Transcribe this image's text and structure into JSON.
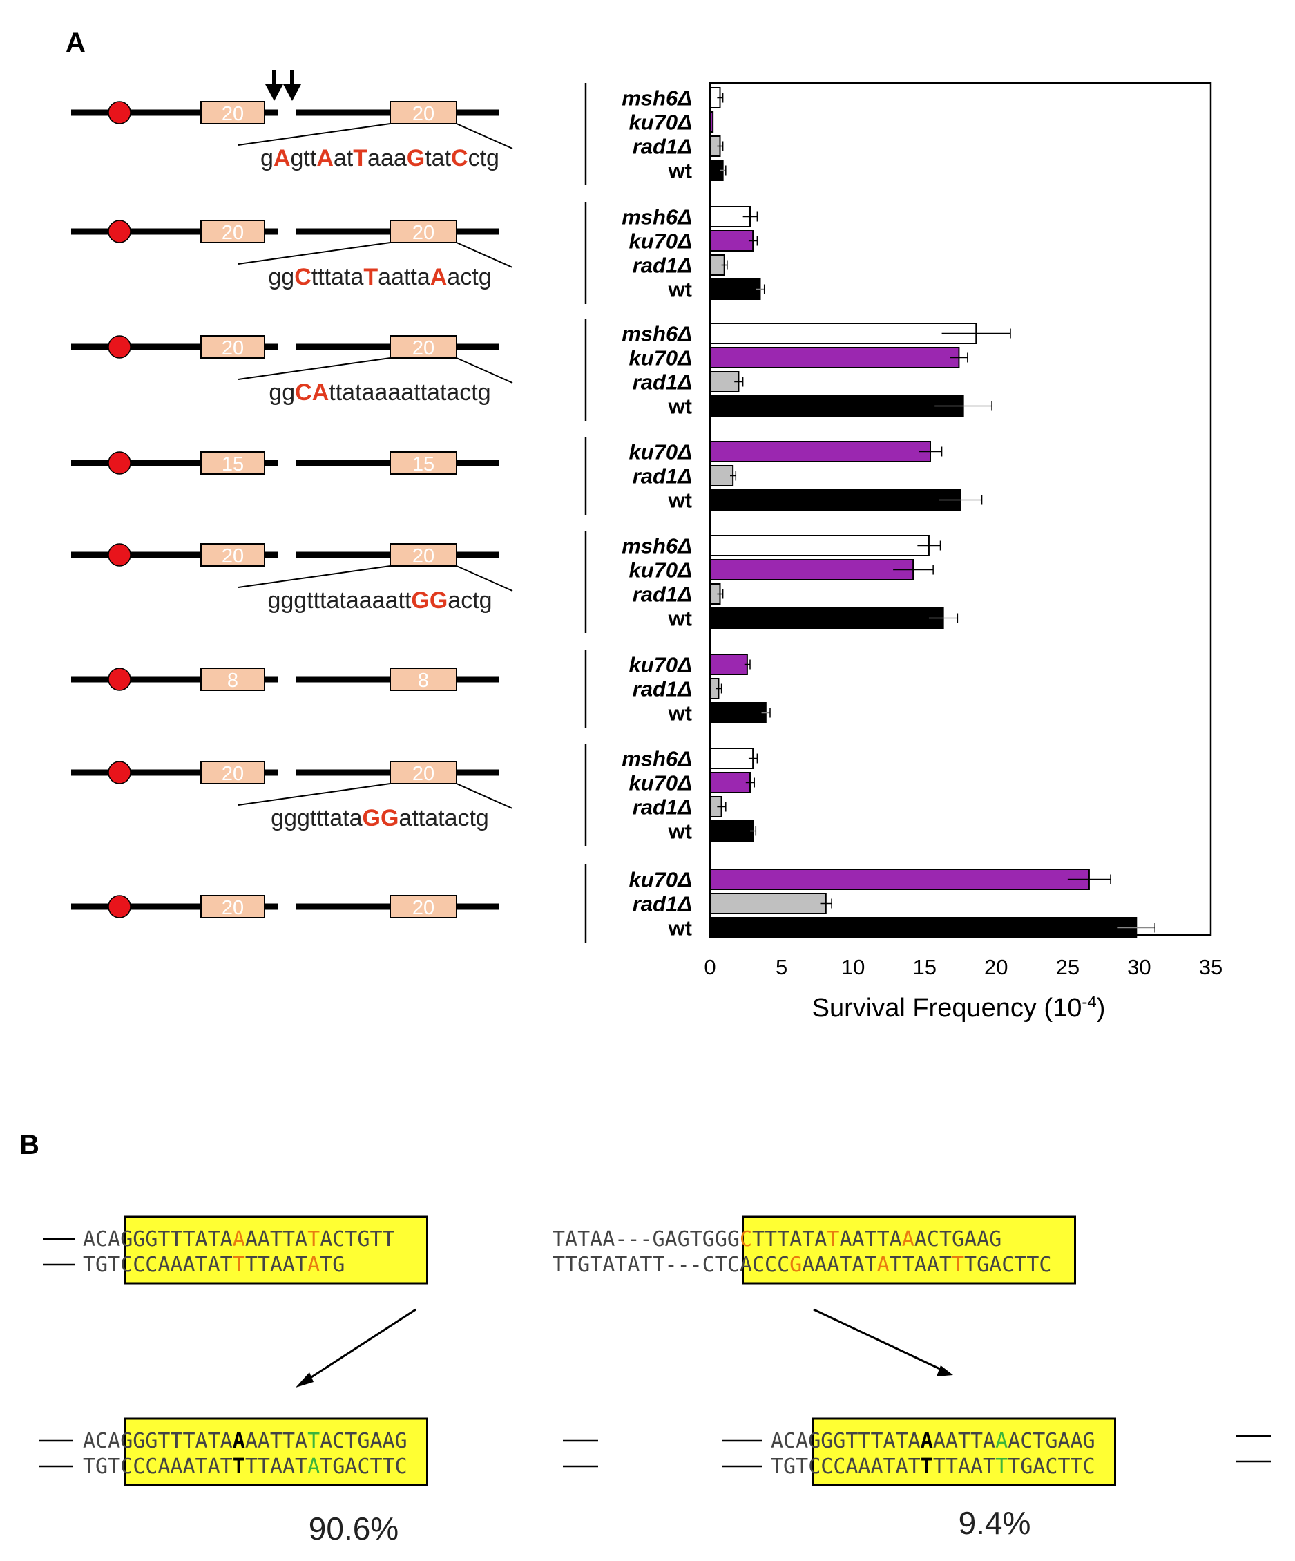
{
  "panel_a_label": "A",
  "panel_b_label": "B",
  "constructs": [
    {
      "left_box": "20",
      "right_box": "20",
      "has_arrows": true,
      "seq": [
        [
          "g",
          "n"
        ],
        [
          "A",
          "r"
        ],
        [
          "gtt",
          "n"
        ],
        [
          "A",
          "r"
        ],
        [
          "at",
          "n"
        ],
        [
          "T",
          "r"
        ],
        [
          "aaa",
          "n"
        ],
        [
          "G",
          "r"
        ],
        [
          "tat",
          "n"
        ],
        [
          "C",
          "r"
        ],
        [
          "ctg",
          "n"
        ]
      ]
    },
    {
      "left_box": "20",
      "right_box": "20",
      "has_arrows": false,
      "seq": [
        [
          "gg",
          "n"
        ],
        [
          "C",
          "r"
        ],
        [
          "tttata",
          "n"
        ],
        [
          "T",
          "r"
        ],
        [
          "aatta",
          "n"
        ],
        [
          "A",
          "r"
        ],
        [
          "actg",
          "n"
        ]
      ]
    },
    {
      "left_box": "20",
      "right_box": "20",
      "has_arrows": false,
      "seq": [
        [
          "gg",
          "n"
        ],
        [
          "CA",
          "r"
        ],
        [
          "ttataaaattatactg",
          "n"
        ]
      ]
    },
    {
      "left_box": "15",
      "right_box": "15",
      "has_arrows": false,
      "seq": []
    },
    {
      "left_box": "20",
      "right_box": "20",
      "has_arrows": false,
      "seq": [
        [
          "gggtttataaaatt",
          "n"
        ],
        [
          "GG",
          "r"
        ],
        [
          "actg",
          "n"
        ]
      ]
    },
    {
      "left_box": "8",
      "right_box": "8",
      "has_arrows": false,
      "seq": []
    },
    {
      "left_box": "20",
      "right_box": "20",
      "has_arrows": false,
      "seq": [
        [
          "gggtttata",
          "n"
        ],
        [
          "GG",
          "r"
        ],
        [
          "attatactg",
          "n"
        ]
      ]
    },
    {
      "left_box": "20",
      "right_box": "20",
      "has_arrows": false,
      "seq": []
    }
  ],
  "colors": {
    "msh6": "#ffffff",
    "ku70": "#9b27b0",
    "rad1": "#c0c0c0",
    "wt": "#000000",
    "red_site": "#e8141b",
    "homology_box": "#f7c8a8",
    "seq_red": "#e03a1e",
    "yellow": "#ffff33",
    "orange": "#e87b10",
    "green": "#3cb43c"
  },
  "chart_data": {
    "type": "bar",
    "orientation": "horizontal",
    "xlabel": "Survival Frequency (10",
    "xlabel_sup": "-4",
    "xlabel_end": ")",
    "xlim": [
      0,
      35
    ],
    "xticks": [
      "0",
      "5",
      "10",
      "15",
      "20",
      "25",
      "30",
      "35"
    ],
    "groups": [
      {
        "bars": [
          {
            "label": "msh6Δ",
            "strain": "msh6",
            "value": 0.7,
            "err": 0.2
          },
          {
            "label": "ku70Δ",
            "strain": "ku70",
            "value": 0.2,
            "err": 0.0
          },
          {
            "label": "rad1Δ",
            "strain": "rad1",
            "value": 0.7,
            "err": 0.2
          },
          {
            "label": "wt",
            "strain": "wt",
            "value": 0.9,
            "err": 0.2
          }
        ]
      },
      {
        "bars": [
          {
            "label": "msh6Δ",
            "strain": "msh6",
            "value": 2.8,
            "err": 0.5
          },
          {
            "label": "ku70Δ",
            "strain": "ku70",
            "value": 3.0,
            "err": 0.3
          },
          {
            "label": "rad1Δ",
            "strain": "rad1",
            "value": 1.0,
            "err": 0.2
          },
          {
            "label": "wt",
            "strain": "wt",
            "value": 3.5,
            "err": 0.3
          }
        ]
      },
      {
        "bars": [
          {
            "label": "msh6Δ",
            "strain": "msh6",
            "value": 18.6,
            "err": 2.4
          },
          {
            "label": "ku70Δ",
            "strain": "ku70",
            "value": 17.4,
            "err": 0.6
          },
          {
            "label": "rad1Δ",
            "strain": "rad1",
            "value": 2.0,
            "err": 0.3
          },
          {
            "label": "wt",
            "strain": "wt",
            "value": 17.7,
            "err": 2.0
          }
        ]
      },
      {
        "bars": [
          {
            "label": "ku70Δ",
            "strain": "ku70",
            "value": 15.4,
            "err": 0.8
          },
          {
            "label": "rad1Δ",
            "strain": "rad1",
            "value": 1.6,
            "err": 0.2
          },
          {
            "label": "wt",
            "strain": "wt",
            "value": 17.5,
            "err": 1.5
          }
        ]
      },
      {
        "bars": [
          {
            "label": "msh6Δ",
            "strain": "msh6",
            "value": 15.3,
            "err": 0.8
          },
          {
            "label": "ku70Δ",
            "strain": "ku70",
            "value": 14.2,
            "err": 1.4
          },
          {
            "label": "rad1Δ",
            "strain": "rad1",
            "value": 0.7,
            "err": 0.2
          },
          {
            "label": "wt",
            "strain": "wt",
            "value": 16.3,
            "err": 1.0
          }
        ]
      },
      {
        "bars": [
          {
            "label": "ku70Δ",
            "strain": "ku70",
            "value": 2.6,
            "err": 0.2
          },
          {
            "label": "rad1Δ",
            "strain": "rad1",
            "value": 0.6,
            "err": 0.2
          },
          {
            "label": "wt",
            "strain": "wt",
            "value": 3.9,
            "err": 0.3
          }
        ]
      },
      {
        "bars": [
          {
            "label": "msh6Δ",
            "strain": "msh6",
            "value": 3.0,
            "err": 0.3
          },
          {
            "label": "ku70Δ",
            "strain": "ku70",
            "value": 2.8,
            "err": 0.3
          },
          {
            "label": "rad1Δ",
            "strain": "rad1",
            "value": 0.8,
            "err": 0.3
          },
          {
            "label": "wt",
            "strain": "wt",
            "value": 3.0,
            "err": 0.2
          }
        ]
      },
      {
        "bars": [
          {
            "label": "ku70Δ",
            "strain": "ku70",
            "value": 26.5,
            "err": 1.5
          },
          {
            "label": "rad1Δ",
            "strain": "rad1",
            "value": 8.1,
            "err": 0.4
          },
          {
            "label": "wt",
            "strain": "wt",
            "value": 29.8,
            "err": 1.3
          }
        ]
      }
    ]
  },
  "panel_b": {
    "top_left": {
      "top": [
        [
          "ACA",
          "n"
        ],
        [
          "GGG",
          "y"
        ],
        [
          "TTTATA",
          "y"
        ],
        [
          "A",
          "yo"
        ],
        [
          "AATTA",
          "y"
        ],
        [
          "T",
          "yo"
        ],
        [
          "ACTG",
          "y"
        ],
        [
          "TT",
          "n"
        ]
      ],
      "bottom": [
        [
          "TGT",
          "n"
        ],
        [
          "CCC",
          "y"
        ],
        [
          "AAATAT",
          "y"
        ],
        [
          "T",
          "yo"
        ],
        [
          "TTAAT",
          "y"
        ],
        [
          "A",
          "yo"
        ],
        [
          "TG",
          "y"
        ]
      ]
    },
    "top_right": {
      "top": [
        [
          "TATAA---GAGTG",
          "n"
        ],
        [
          "GG",
          "y"
        ],
        [
          "C",
          "yo"
        ],
        [
          "TTTATA",
          "y"
        ],
        [
          "T",
          "yo"
        ],
        [
          "AATTA",
          "y"
        ],
        [
          "A",
          "yo"
        ],
        [
          "AC",
          "y"
        ],
        [
          "TGAAG",
          "n"
        ]
      ],
      "bottom": [
        [
          "TTGTATATT---CTCAC",
          "n"
        ],
        [
          "CC",
          "y"
        ],
        [
          "G",
          "yo"
        ],
        [
          "AAATAT",
          "y"
        ],
        [
          "A",
          "yo"
        ],
        [
          "TTAAT",
          "y"
        ],
        [
          "T",
          "yo"
        ],
        [
          "TG",
          "y"
        ],
        [
          "ACTTC",
          "n"
        ]
      ]
    },
    "bottom_left": {
      "top": [
        [
          "ACA",
          "n"
        ],
        [
          "GGG",
          "y"
        ],
        [
          "TTTATA",
          "y"
        ],
        [
          "A",
          "yb"
        ],
        [
          "AATTA",
          "y"
        ],
        [
          "T",
          "yg"
        ],
        [
          "ACTG",
          "y"
        ],
        [
          "AAG",
          "n"
        ]
      ],
      "bottom": [
        [
          "TGT",
          "n"
        ],
        [
          "CCC",
          "y"
        ],
        [
          "AAATAT",
          "y"
        ],
        [
          "T",
          "yb"
        ],
        [
          "TTAAT",
          "y"
        ],
        [
          "A",
          "yg"
        ],
        [
          "TGAC",
          "y"
        ],
        [
          "TTC",
          "n"
        ]
      ],
      "percent": "90.6%"
    },
    "bottom_right": {
      "top": [
        [
          "ACA",
          "n"
        ],
        [
          "GGG",
          "y"
        ],
        [
          "TTTATA",
          "y"
        ],
        [
          "A",
          "yb"
        ],
        [
          "AATTA",
          "y"
        ],
        [
          "A",
          "yg"
        ],
        [
          "ACTG",
          "y"
        ],
        [
          "AAG",
          "n"
        ]
      ],
      "bottom": [
        [
          "TGT",
          "n"
        ],
        [
          "CCC",
          "y"
        ],
        [
          "AAATAT",
          "y"
        ],
        [
          "T",
          "yb"
        ],
        [
          "TTAAT",
          "y"
        ],
        [
          "T",
          "yg"
        ],
        [
          "TGAC",
          "y"
        ],
        [
          "TTC",
          "n"
        ]
      ],
      "percent": "9.4%"
    }
  }
}
